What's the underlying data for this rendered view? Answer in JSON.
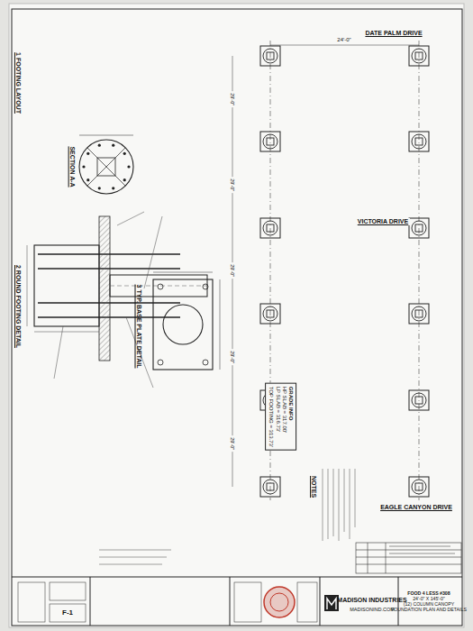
{
  "diagram": {
    "nodes": [
      {
        "text": [
          "GRADE INFO",
          "HP SLAB = 317.00'",
          "LP SLAB = 316.73'",
          "TOP FOOTING = 313.73'"
        ]
      },
      {
        "text": [
          "FOOD 4 LESS #308",
          "24'-0\" X 145'-0\"",
          "(12) COLUMN CANOPY",
          "FOUNDATION PLAN AND DETAILS"
        ]
      },
      {
        "text": [
          "F-1"
        ]
      }
    ],
    "labels": [
      "DATE PALM DRIVE",
      "VICTORIA DRIVE",
      "EAGLE CANYON DRIVE",
      "1 FOOTING LAYOUT",
      "SECTION A-A",
      "2 ROUND FOOTING DETAIL",
      "3 TYP. BASE PLATE DETAIL",
      "NOTES",
      "MADISON INDUSTRIES",
      "MADISONIND.COM",
      "24'-0\"",
      "29'-0\"",
      "29'-0\"",
      "29'-0\"",
      "29'-0\"",
      "29'-0\""
    ]
  }
}
